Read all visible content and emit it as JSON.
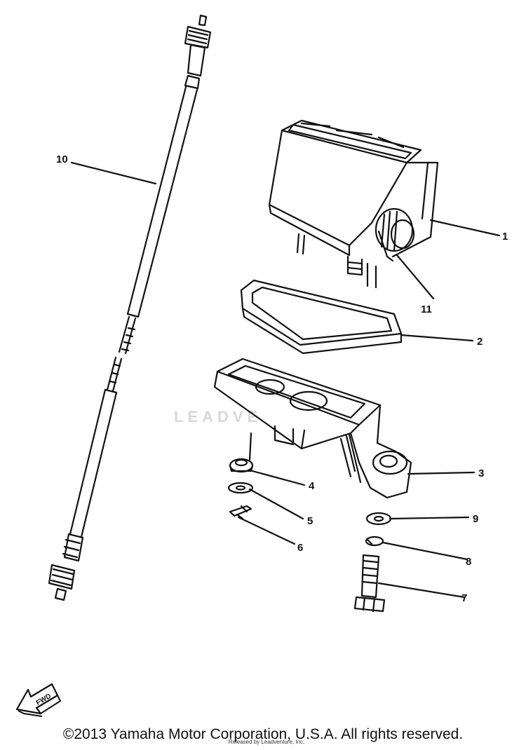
{
  "parts": [
    {
      "number": "1"
    },
    {
      "number": "2"
    },
    {
      "number": "3"
    },
    {
      "number": "4"
    },
    {
      "number": "5"
    },
    {
      "number": "6"
    },
    {
      "number": "7"
    },
    {
      "number": "8"
    },
    {
      "number": "9"
    },
    {
      "number": "10"
    },
    {
      "number": "11"
    }
  ],
  "fwd_label": "FWD",
  "watermark": "LEADVE",
  "footer": {
    "copyright": "©2013 Yamaha Motor Corporation, U.S.A. All rights reserved.",
    "sub": "Released by Leadventure, Inc."
  }
}
